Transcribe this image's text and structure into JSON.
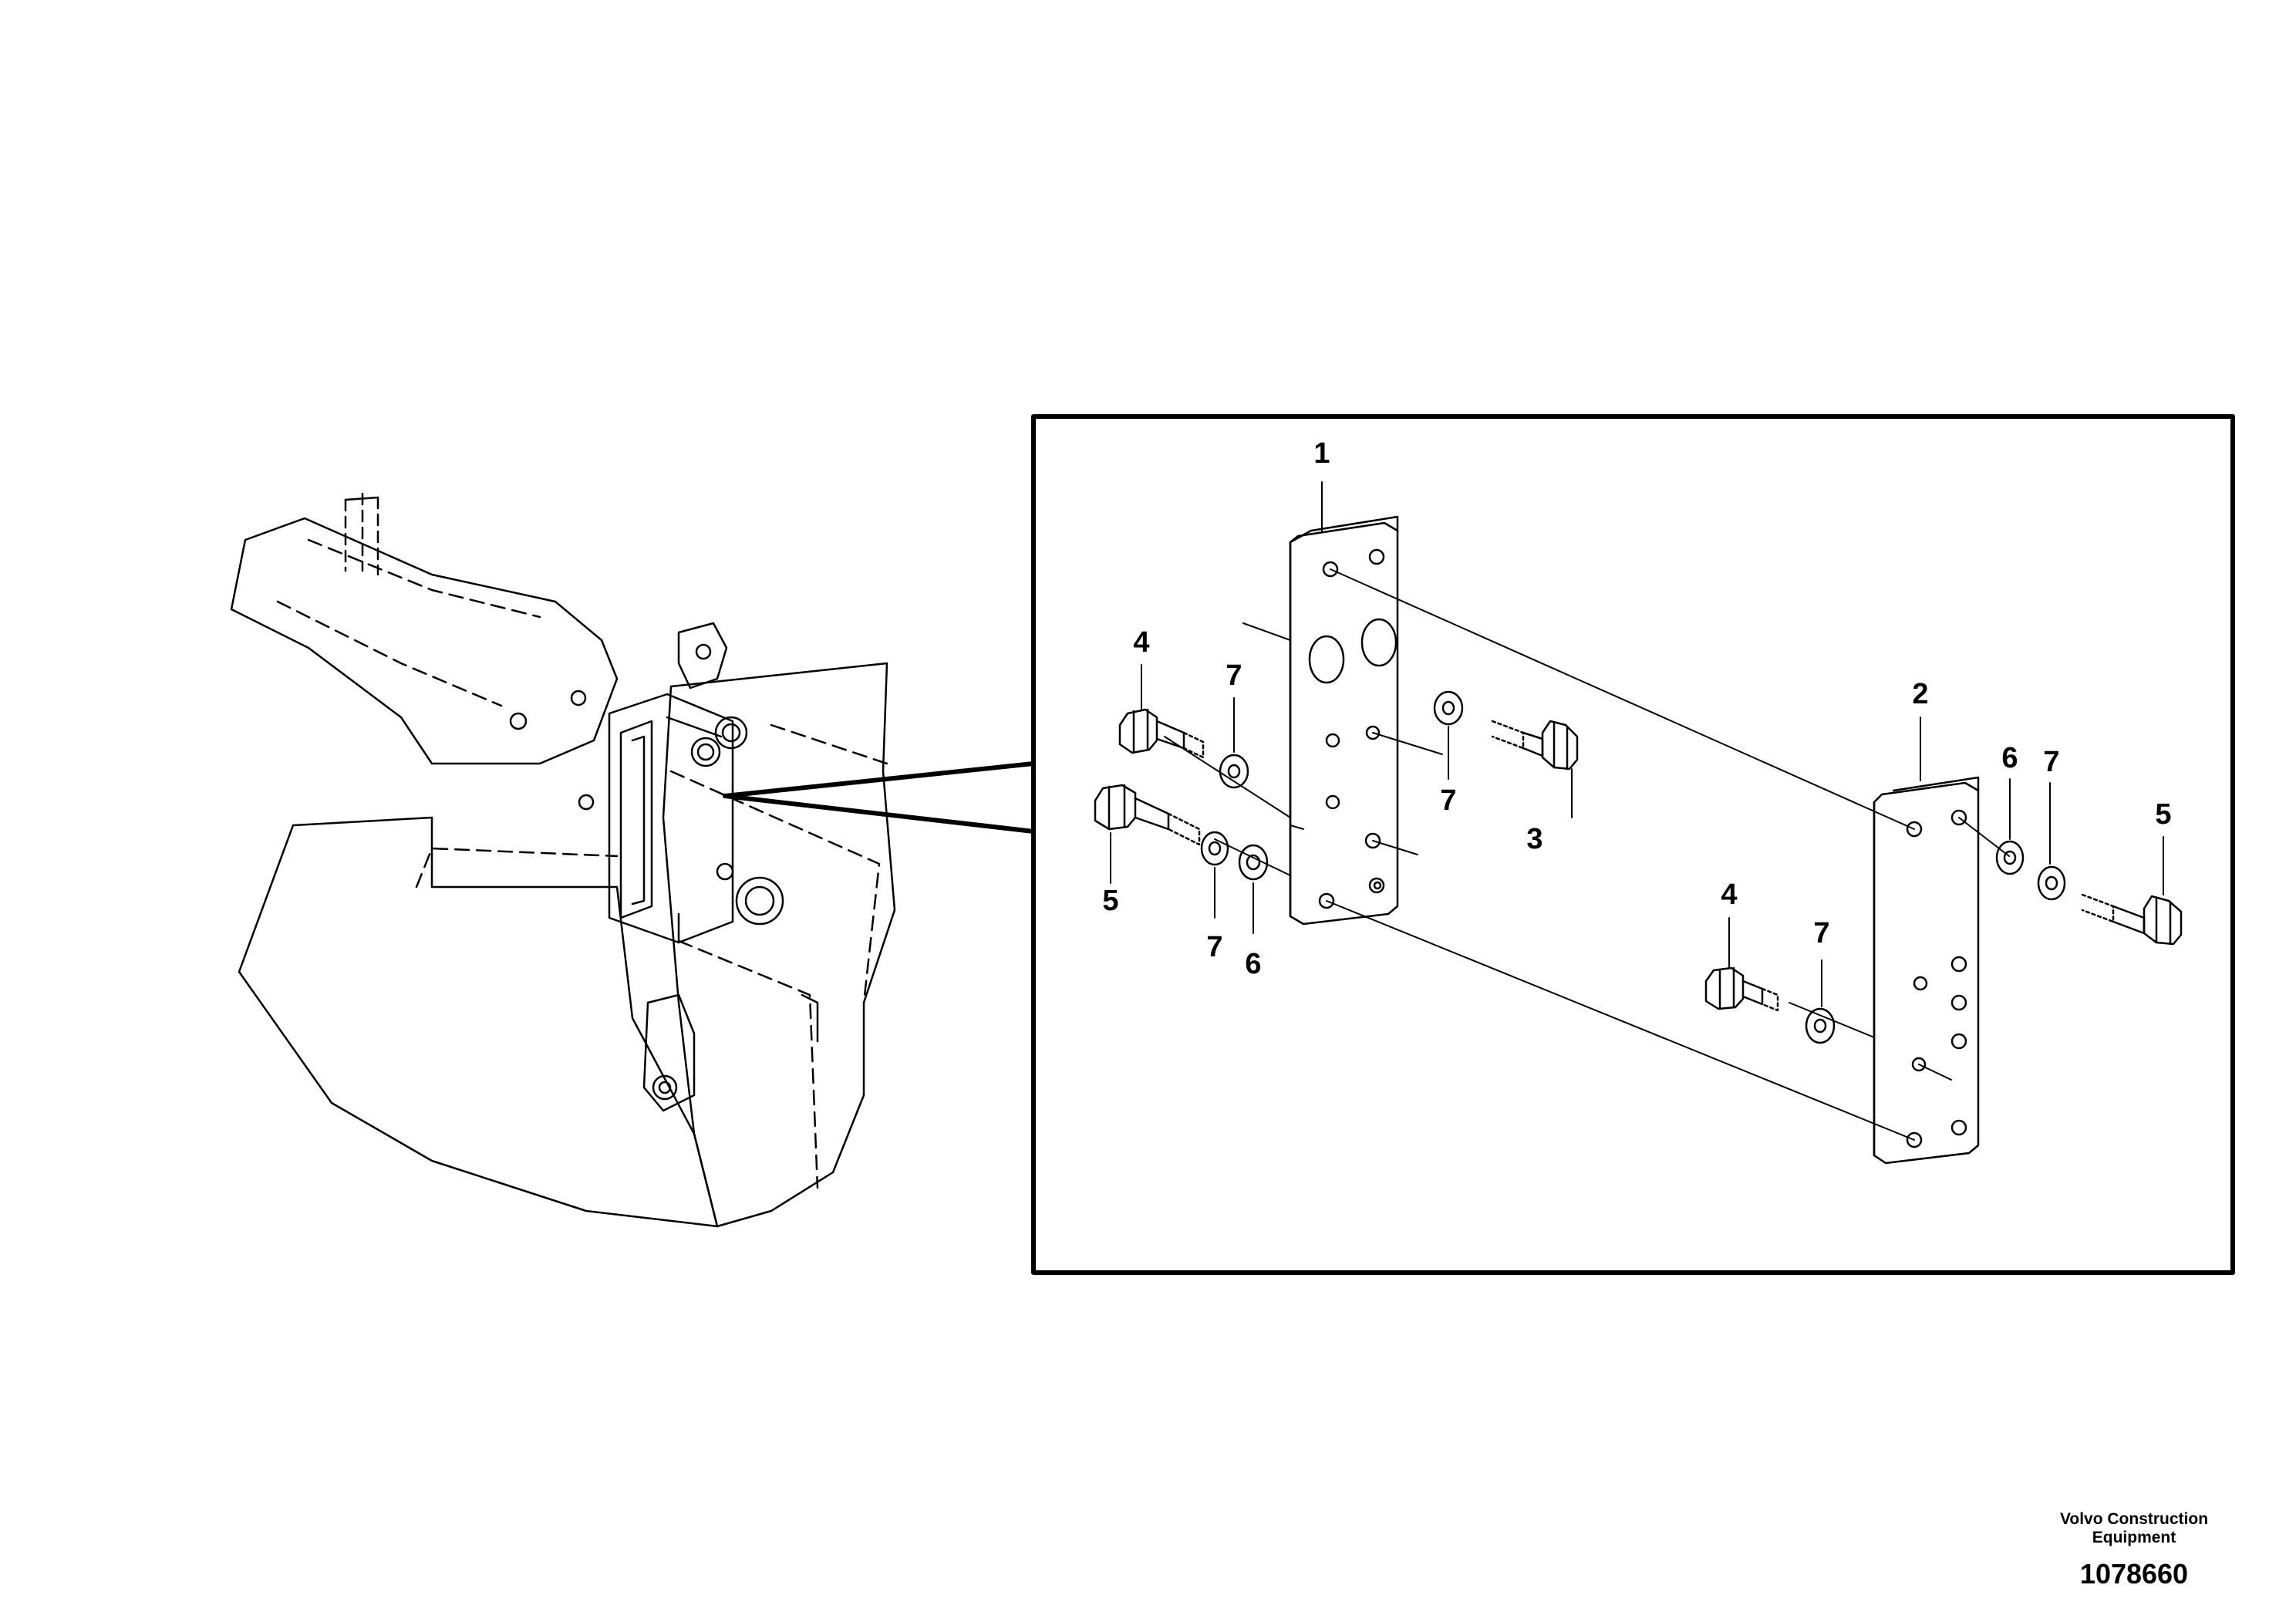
{
  "callouts": {
    "c1": "1",
    "c2": "2",
    "c3": "3",
    "c4a": "4",
    "c4b": "4",
    "c5a": "5",
    "c5b": "5",
    "c6a": "6",
    "c6b": "6",
    "c7a": "7",
    "c7b": "7",
    "c7c": "7",
    "c7d": "7",
    "c7e": "7"
  },
  "footer": {
    "company_line1": "Volvo Construction",
    "company_line2": "Equipment",
    "drawing_number": "1078660"
  }
}
